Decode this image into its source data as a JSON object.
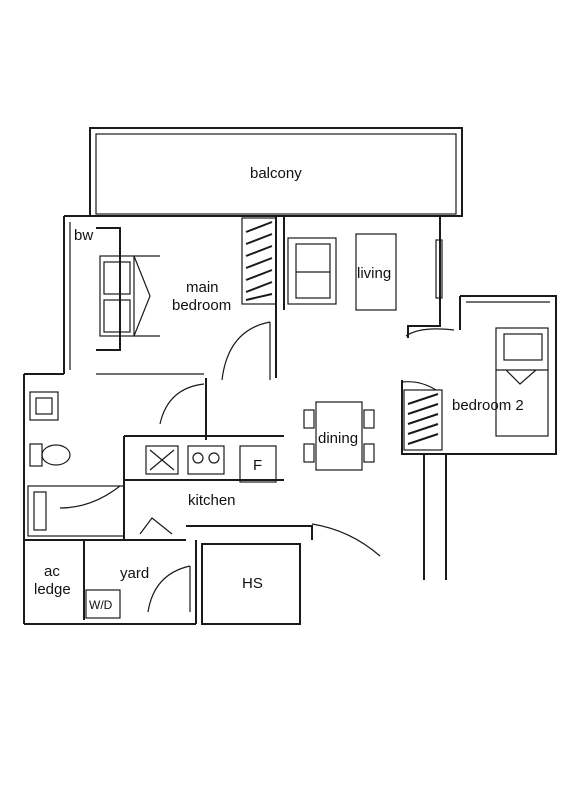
{
  "rooms": {
    "balcony": "balcony",
    "bw": "bw",
    "main_bedroom_line1": "main",
    "main_bedroom_line2": "bedroom",
    "living": "living",
    "bedroom2": "bedroom 2",
    "dining": "dining",
    "kitchen": "kitchen",
    "fridge": "F",
    "ac_ledge_line1": "ac",
    "ac_ledge_line2": "ledge",
    "yard": "yard",
    "washer_dryer": "W/D",
    "hs": "HS"
  },
  "colors": {
    "line": "#1a1a1a",
    "background": "#ffffff"
  }
}
